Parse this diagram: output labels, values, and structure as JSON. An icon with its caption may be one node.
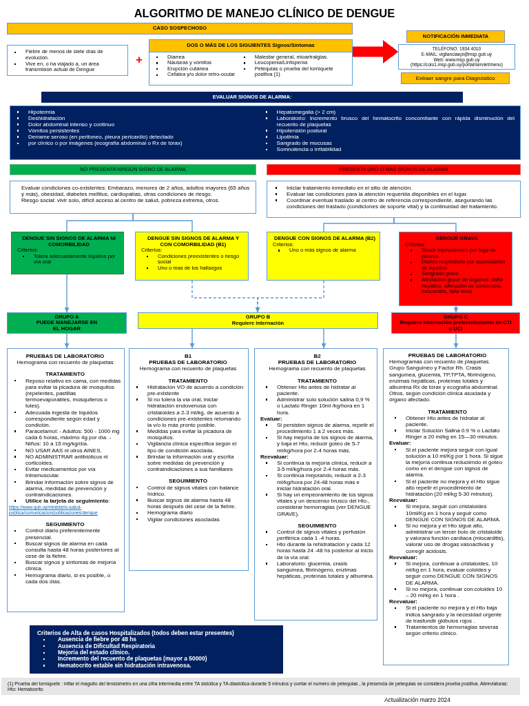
{
  "diagram": {
    "title": "ALGORITMO DE MANEJO CLÍNICO DE DENGUE",
    "nodes": [
      {
        "text": [
          "CASO SOSPECHOSO"
        ]
      },
      {
        "text": [
          "Fiebre de menos de siete días de evolución.",
          "Vive en, o ha viajado a, un área transmisión actual de Dengue"
        ]
      },
      {
        "text": [
          "DOS O MÁS DE LOS SIGUIENTES Signos/Síntomas",
          "Diarrea",
          "Náuseas y vómitos",
          "Erupción cutánea",
          "Cefalea y/o dolor retro-ocular",
          "Malestar general, mioartralgias.",
          "Leucopenia/Linfopenia",
          "Petequias o prueba del torniquete positiva (1)"
        ]
      },
      {
        "text": [
          "NOTIFICACIÓN INMEDIATA"
        ]
      },
      {
        "text": [
          "TELÉFONO: 1934 4010",
          "E-MAIL: vigilanciaepi@msp.gub.uy",
          "Web: www.msp.gub.uy",
          "(https://colo1.msp.gub.uy/portal/servlet/menu)"
        ]
      },
      {
        "text": [
          "Extraer sangre para Diagnóstico"
        ]
      },
      {
        "text": [
          "EVALUAR SIGNOS DE ALARMA:"
        ]
      },
      {
        "text": [
          "Hipotermia",
          "Deshidratación",
          "Dolor abdominal intenso y continuo",
          "Vómitos persistentes",
          "Derrame seroso (en peritoneo, pleura pericardio) detectado",
          "por clínico o por imágenes (ecografía abdominal o Rx de tórax)",
          "Hepatomegalia (> 2 cm)",
          "Laboratorio: incremento brusco del hematocrito concomitante con rápida disminución del recuento de plaquetas",
          "Hipotensión postural",
          "Lipotimia",
          "Sangrado de mucosas",
          "Somnolencia o irritabilidad"
        ]
      },
      {
        "text": [
          "NO PRESENTA NINGÚN SIGNO DE ALARMA"
        ]
      },
      {
        "text": [
          "PRESENTA UNO O MAS SIGNOS DE ALARMA"
        ]
      },
      {
        "text": [
          "Evaluar condiciones co-existentes: Embarazo, menores de 2 años, adultos mayores (65 años y más), obesidad, diabetes mellitus, cardiopatías, otras condiciones de riesgo.",
          "Riesgo social: vivir solo, difícil acceso al centro de salud, pobreza extrema, otros."
        ]
      },
      {
        "text": [
          "Iniciar tratamiento inmediato en el sitio de atención.",
          "Evaluar las condiciones para la atención requerida disponibles en el lugar.",
          "Coordinar eventual traslado al centro de referencia correspondiente, asegurando las condiciones del traslado (condiciones de soporte vital) y la continuidad del tratamiento."
        ]
      },
      {
        "text": [
          "DENGUE SIN SIGNOS DE ALARMA NI COMORBILIDAD",
          "Criterios:",
          "Tolera adecuadamente líquidos por vía oral"
        ]
      },
      {
        "text": [
          "DENGUE SIN SIGNOS DE ALARMA Y CON COMORBILIDAD (B1)",
          "Criterios:",
          "Condiciones preexistentes o riesgo social",
          "Uno o mas de los hallazgos"
        ]
      },
      {
        "text": [
          "DENGUE CON SIGNOS DE ALARMA (B2)",
          "Criterios:",
          "Uno o más signos de alarma"
        ]
      },
      {
        "text": [
          "DENGUE GRAVE",
          "Criterios",
          "Shock hipovolémico por fuga de plasma",
          "Distrés respiratorio por acumulación de líquidos",
          "Sangrado grave",
          "Afectacion grave de órganos: daño hepático, alteración de conciencia, miocarditis, falla renal."
        ]
      },
      {
        "text": [
          "GRUPO A",
          "PUEDE MANEJARSE EN EL HOGAR"
        ]
      },
      {
        "text": [
          "GRUPO B",
          "Requiere internación"
        ]
      },
      {
        "text": [
          "GRUPO C",
          "Requiere internación preferentemente en CTI o UCI"
        ]
      },
      {
        "text": [
          "PRUEBAS DE LABORATORIO",
          "Hemograma con recuento de plaquetas",
          "TRATAMIENTO",
          "Reposo relativo en cama, con medidas para evitar la picadura de mosquitos (repelentes, pastillas termoevaporables, mosquiteros o tules).",
          "Adecuada ingesta de líquidos correspondiente según edad y condición.",
          "Paracetamol: - Adultos: 500 - 1000 mg cada 6 horas, máximo 4g por día. - Niños: 10 a 15 mg/kg/día.",
          "NO USAR AAS ni otros AINES.",
          "NO ADMINISTRAR antibióticos ni corticoides.",
          "Evitar medicamentos por vía intramuscular.",
          "Brindar información sobre signos de alarma, medidas de prevención y contraindicaciones.",
          "**Utilice la tarjeta de seguimiento**:",
          "https://www.gub.uy/ministerio-salud-publica/comunicacion/publicaciones/dengue",
          "SEGUIMIENTO",
          "Control diario preferentemente presencial.",
          "Buscar signos de alarma en cada consulta hasta 48 horas posteriores al cese de la fiebre.",
          "Buscar signos y síntomas de mejoría clínica.",
          "Hemograma diario, si es posible, o cada dos días."
        ]
      },
      {
        "text": [
          "B1",
          "PRUEBAS DE LABORATORIO",
          "Hemograma con recuento de plaquetas",
          "TRATAMIENTO",
          "Hidratación VO de acuerdo a condición pre-existente",
          "Si no tolera la vía oral, iniciar hidratación endovenosa con cristaloides a 2-3 ml/kg, de acuerdo a condiciones pre-existentes retomando la v/o lo más pronto posible.",
          "Medidas para evitar la picadura de mosquitos.",
          "Vigilancia clínica especifica según el tipo de condición asociada.",
          "Brindar la información oral y escrita sobre medidas de prevención y contraindicaciones a sus familiares",
          "SEGUIMIENTO",
          "Control de signos vitales con balance hídrico.",
          "Buscar signos de alarma hasta 48 horas después del cese de la fiebre.",
          "Hemograma diario",
          "Vigilar condiciones asociadas"
        ]
      },
      {
        "text": [
          "B2",
          "PRUEBAS DE LABORATORIO",
          "Hemograma con recuento de plaquetas",
          "TRATAMIENTO",
          "Obtener Hto antes de hidratar al paciente.",
          "Administrar solo solución salina 0,9 % o Lactato Ringer 10ml /kg/hora en 1 hora.",
          "Evaluar:",
          "Si persisten signos de alarma, repetir el procedimiento 1 a 2 veces más.",
          "Si hay mejoría de los signos de alarma, y baja el Hto, reducir goteo de 5-7 ml/kg/hora por 2-4 horas más.",
          "Reevaluar:",
          "Si continúa la mejoría clínica, reducir a 3-5 ml/kg/hora por 2-4 horas más.",
          "Si continúa mejorando, reducir a 2-3 ml/kg/hora por 24-48 horas más e iniciar hidratación oral.",
          "Si hay un empeoramiento de los signos vitales y un descenso brusco del Hto., considerar hemorragias (ver DENGUE GRAVE).",
          "SEGUIMIENTO",
          "Control de signos vitales y perfusión periférica cada 1 -4 horas.",
          "Hto durante la rehidratación y cada 12 horas hasta 24 -48 hs posterior al inicio de la vía oral.",
          "Laboratorio: glucemia, crasis sanguínea, fibrinógeno, enzimas hepáticas, proteínas totales y albumina."
        ]
      },
      {
        "text": [
          "PRUEBAS DE LABORATORIO",
          "Hemogramas con recuento de plaquetas. Grupo Sanguíneo y Factor Rh. Crasis sanguínea, glucemia, TP,TPTA, fibrinógeno, enzimas hepáticas, proteínas totales y albumina Rx de tórax y ecografía abdominal. Otros, según condición clínica asociada y órgano afectado.",
          "TRATAMIENTO",
          "Obtener Hto antes de hidratar al paciente.",
          "Iniciar Solución Salina 0.9 % o Lactato Ringer a 20 ml/kg en 15—30 minutos.",
          "Evaluar:",
          "Si el paciente mejora seguir con igual solución a 10 ml/Kg por 1 hora. Si sigue la mejoría continua reduciendo el goteo como en el dengue con signos de alarma.",
          "Si el paciente no mejora y el Hto sigue alto repetir el procedimiento de hidratación (20 ml/kg 5-30 minutos).",
          "Reevaluar:",
          "Si mejora, seguir con cristaloides 10ml/Kg en 1 hora y seguir como DENGUE CON SIGNOS DE ALARMA.",
          "Si no mejora y el Hto sigue alto, administrar un tercer bolo de cristaloide y valorara función cardiaca (miocarditis), valorar uso de drogas vasoactivas y corregir acidosis.",
          "Reevaluar:",
          "Si mejora, continuar a cristaloides, 10 ml/kg en 1 hora, evaluar coloides y seguir como DENGUE CON SIGNOS DE ALARMA.",
          "Si no mejora, continuar con coloides 10 – 20 ml/kg en 1 hora .",
          "Reevaluar:",
          "Si el paciente no mejora y el Hto baja indica sangrado y la necesidad urgente de trasfundir glóbulos rojos .",
          "Tratamientos de hemorragias severas según criterio clínico."
        ]
      },
      {
        "text": [
          "Criterios de Alta de casos Hospitalizados (todos deben estar presentes)",
          "Ausencia de fiebre por 48 hs",
          "Ausencia de Dificultad Respiratoria",
          "Mejoría del estado clínico.",
          "Incremento del recuento de plaquetas (mayor a 50000)",
          "Hematocrito estable sin hidratación intravenosa."
        ]
      },
      {
        "text": [
          "(1) Prueba del torniquete : inflar el maguito del tensiómetro en una cifra intermedia entre TA sistólica y TA diastólica durante 5 minutos y contar el numero de petequias , la presencia de petequias se considera prueba positiva. Abreviaturas: Hto: Hematocrito"
        ]
      }
    ],
    "edges": [
      {
        "from": 2,
        "to": 4,
        "arrow": "to",
        "style": "thick",
        "color": "#ff0000"
      },
      {
        "from": 10,
        "to": 12,
        "arrow": "none"
      },
      {
        "from": 10,
        "to": 13,
        "arrow": "none"
      },
      {
        "from": 11,
        "to": 14,
        "arrow": "none"
      },
      {
        "from": 11,
        "to": 15,
        "arrow": "none"
      },
      {
        "from": 12,
        "to": 16,
        "arrow": "to"
      },
      {
        "from": 13,
        "to": 17,
        "arrow": "to",
        "style": "dashed"
      },
      {
        "from": 14,
        "to": 17,
        "arrow": "to",
        "style": "dashed"
      },
      {
        "from": 15,
        "to": 18,
        "arrow": "to"
      },
      {
        "from": 16,
        "to": 19,
        "arrow": "to"
      },
      {
        "from": 17,
        "to": 20,
        "arrow": "to"
      },
      {
        "from": 17,
        "to": 21,
        "arrow": "to"
      },
      {
        "from": 18,
        "to": 22,
        "arrow": "to"
      }
    ],
    "labels": [
      "+",
      "Actualización marzo 2024"
    ]
  }
}
